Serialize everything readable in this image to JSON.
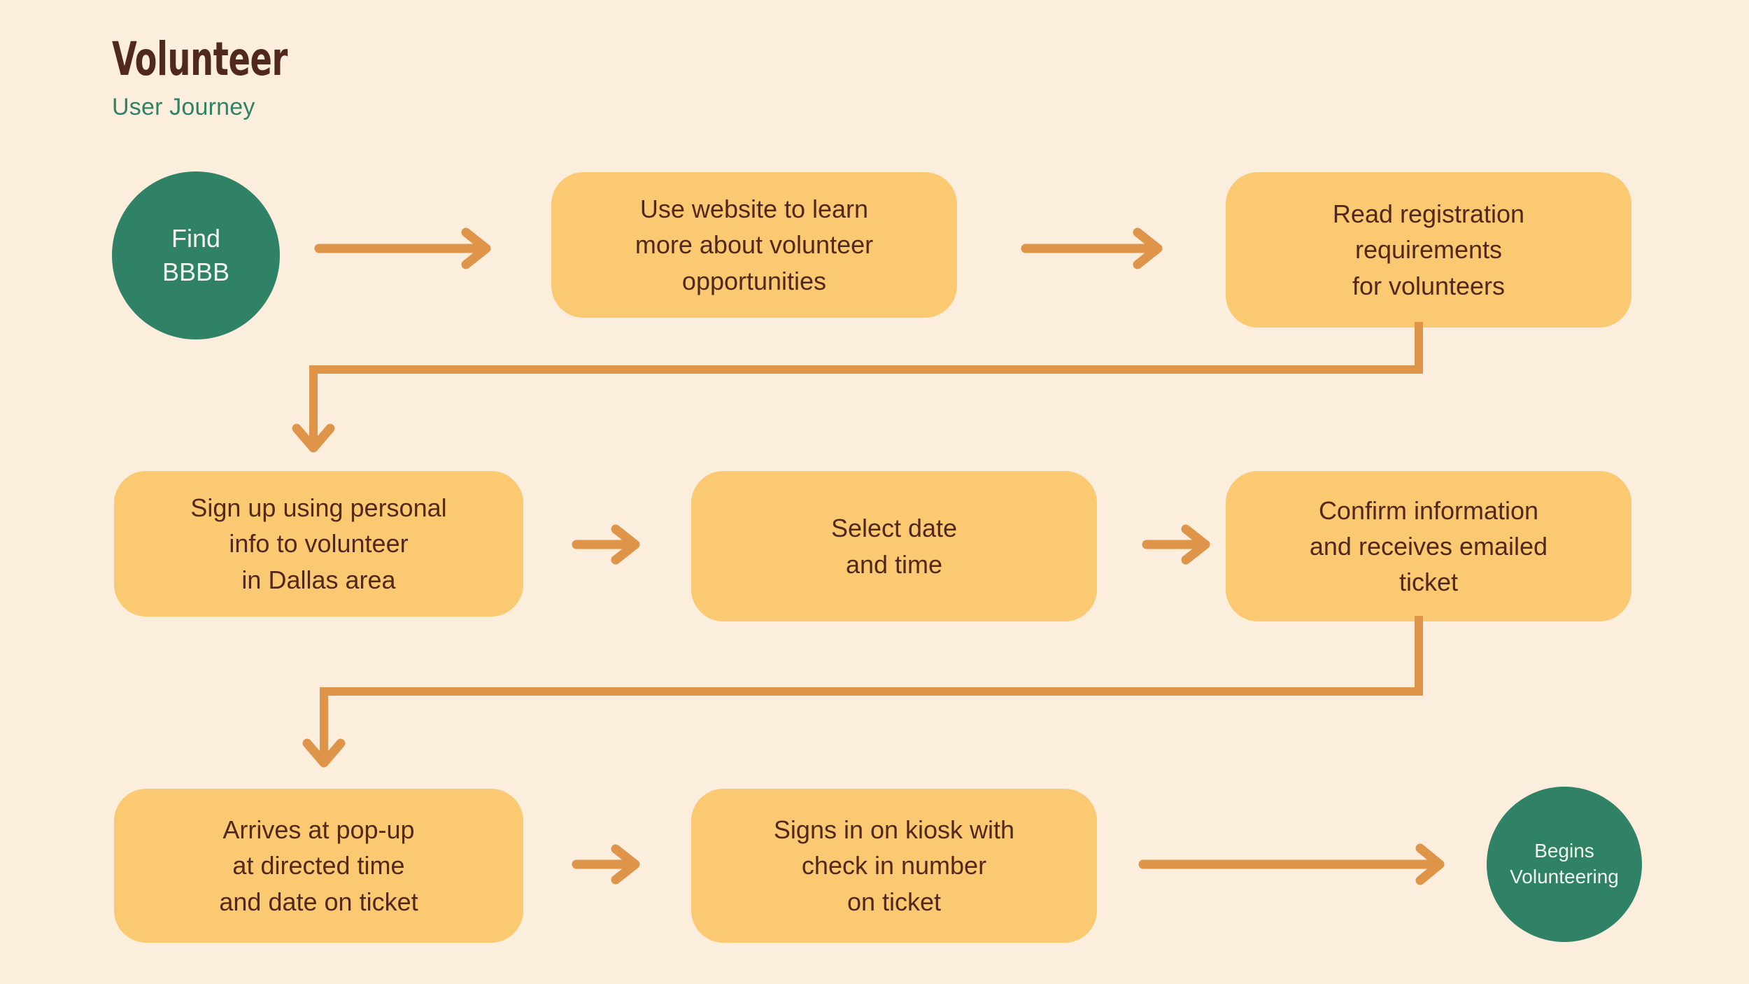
{
  "header": {
    "title": "Volunteer",
    "subtitle": "User Journey"
  },
  "colors": {
    "background": "#FCEEDC",
    "box_fill": "#FBC971",
    "circle_fill": "#2F8265",
    "arrow": "#DE9449",
    "text_dark": "#51281C",
    "text_light": "#F3F6EE",
    "subtitle_green": "#2F8265"
  },
  "diagram": {
    "type": "flowchart",
    "orientation": "left-to-right, serpentine (3 rows)",
    "rows": [
      {
        "row": 1,
        "nodes": [
          {
            "id": "find-bbbb",
            "shape": "circle",
            "role": "start",
            "lines": [
              "Find",
              "BBBB"
            ]
          },
          {
            "id": "use-website",
            "shape": "rounded-rect",
            "role": "step",
            "lines": [
              "Use website to learn",
              "more about volunteer",
              "opportunities"
            ]
          },
          {
            "id": "read-registration",
            "shape": "rounded-rect",
            "role": "step",
            "lines": [
              "Read registration",
              "requirements",
              "for volunteers"
            ]
          }
        ]
      },
      {
        "row": 2,
        "nodes": [
          {
            "id": "sign-up",
            "shape": "rounded-rect",
            "role": "step",
            "lines": [
              "Sign up using personal",
              "info to volunteer",
              "in Dallas area"
            ]
          },
          {
            "id": "select-date-time",
            "shape": "rounded-rect",
            "role": "step",
            "lines": [
              "Select date",
              "and time"
            ]
          },
          {
            "id": "confirm-information",
            "shape": "rounded-rect",
            "role": "step",
            "lines": [
              "Confirm information",
              "and receives emailed",
              "ticket"
            ]
          }
        ]
      },
      {
        "row": 3,
        "nodes": [
          {
            "id": "arrives-popup",
            "shape": "rounded-rect",
            "role": "step",
            "lines": [
              "Arrives at pop-up",
              "at directed time",
              "and date on ticket"
            ]
          },
          {
            "id": "signs-in-kiosk",
            "shape": "rounded-rect",
            "role": "step",
            "lines": [
              "Signs in on kiosk with",
              "check in number",
              "on ticket"
            ]
          },
          {
            "id": "begins-volunteering",
            "shape": "circle",
            "role": "end",
            "lines": [
              "Begins",
              "Volunteering"
            ]
          }
        ]
      }
    ],
    "connectors": [
      {
        "id": "c1",
        "from": "find-bbbb",
        "to": "use-website",
        "kind": "arrow-right"
      },
      {
        "id": "c2",
        "from": "use-website",
        "to": "read-registration",
        "kind": "arrow-right"
      },
      {
        "id": "c3",
        "from": "read-registration",
        "to": "sign-up",
        "kind": "elbow-down-left"
      },
      {
        "id": "c4",
        "from": "sign-up",
        "to": "select-date-time",
        "kind": "arrow-right"
      },
      {
        "id": "c5",
        "from": "select-date-time",
        "to": "confirm-information",
        "kind": "arrow-right"
      },
      {
        "id": "c6",
        "from": "confirm-information",
        "to": "arrives-popup",
        "kind": "elbow-down-left"
      },
      {
        "id": "c7",
        "from": "arrives-popup",
        "to": "signs-in-kiosk",
        "kind": "arrow-right"
      },
      {
        "id": "c8",
        "from": "signs-in-kiosk",
        "to": "begins-volunteering",
        "kind": "arrow-right"
      }
    ]
  }
}
